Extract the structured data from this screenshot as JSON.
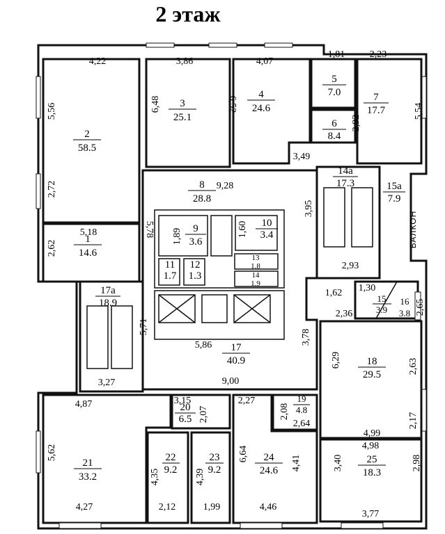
{
  "title": "2 этаж",
  "rooms": [
    {
      "number": "1",
      "area": "14.6"
    },
    {
      "number": "2",
      "area": "58.5"
    },
    {
      "number": "3",
      "area": "25.1"
    },
    {
      "number": "4",
      "area": "24.6"
    },
    {
      "number": "5",
      "area": "7.0"
    },
    {
      "number": "6",
      "area": "8.4"
    },
    {
      "number": "7",
      "area": "17.7"
    },
    {
      "number": "8",
      "area": "28.8"
    },
    {
      "number": "9",
      "area": "3.6"
    },
    {
      "number": "10",
      "area": "3.4"
    },
    {
      "number": "11",
      "area": "1.7"
    },
    {
      "number": "12",
      "area": "1.3"
    },
    {
      "number": "13",
      "area": "1.8"
    },
    {
      "number": "14",
      "area": "1.9"
    },
    {
      "number": "14а",
      "area": "17.3"
    },
    {
      "number": "15а",
      "area": "7.9"
    },
    {
      "number": "15",
      "area": "3.9"
    },
    {
      "number": "16",
      "area": "3.8"
    },
    {
      "number": "17а",
      "area": "18.9"
    },
    {
      "number": "17",
      "area": "40.9"
    },
    {
      "number": "18",
      "area": "29.5"
    },
    {
      "number": "19",
      "area": "4.8"
    },
    {
      "number": "20",
      "area": "6.5"
    },
    {
      "number": "21",
      "area": "33.2"
    },
    {
      "number": "22",
      "area": "9.2"
    },
    {
      "number": "23",
      "area": "9.2"
    },
    {
      "number": "24",
      "area": "24.6"
    },
    {
      "number": "25",
      "area": "18.3"
    }
  ],
  "dimensions": [
    "4,22",
    "3,86",
    "4,07",
    "1,81",
    "2,23",
    "5,56",
    "2,72",
    "6,48",
    "6,52",
    "5,54",
    "2,92",
    "3,49",
    "9,28",
    "3,95",
    "5,78",
    "5,18",
    "2,62",
    "1,89",
    "1,60",
    "2,93",
    "1,62",
    "1,30",
    "2,36",
    "2,65",
    "5,71",
    "3,27",
    "5,86",
    "3,78",
    "9,00",
    "6,29",
    "2,63",
    "2,17",
    "4,99",
    "4,98",
    "3,40",
    "2,98",
    "3,77",
    "4,87",
    "5,62",
    "4,27",
    "3,15",
    "2,07",
    "2,27",
    "2,08",
    "2,64",
    "4,35",
    "2,12",
    "4,39",
    "1,99",
    "6,64",
    "4,41",
    "4,46"
  ],
  "balcony_label": "БАЛКОН"
}
